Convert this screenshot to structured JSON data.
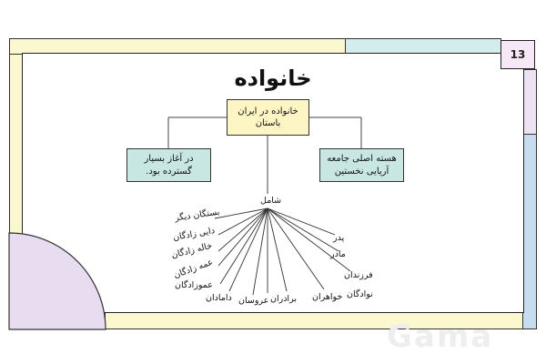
{
  "page_number": "13",
  "title": "خانواده",
  "nodes": {
    "center": "خانواده در ایران باستان",
    "left": "در آغاز بسیار گسترده بود.",
    "right": "هسته اصلی جامعه آریایی نخستین",
    "hub": "شامل"
  },
  "members_left": [
    "بستگان دیگر",
    "دایی زادگان",
    "خاله زادگان",
    "عمه زادگان",
    "عموزادگان"
  ],
  "members_bottom": [
    "دامادان",
    "عروسان",
    "برادران",
    "خواهران",
    "نوادگان"
  ],
  "members_right": [
    "پدر",
    "مادر",
    "فرزندان"
  ],
  "watermark": "Gama",
  "colors": {
    "yellow_band": "#fbf7cf",
    "teal_band": "#d3ecec",
    "lavender_band": "#ece2f1",
    "blue_band": "#c8dcef",
    "center_box": "#fdf5c3",
    "side_box": "#c8e7e3"
  }
}
